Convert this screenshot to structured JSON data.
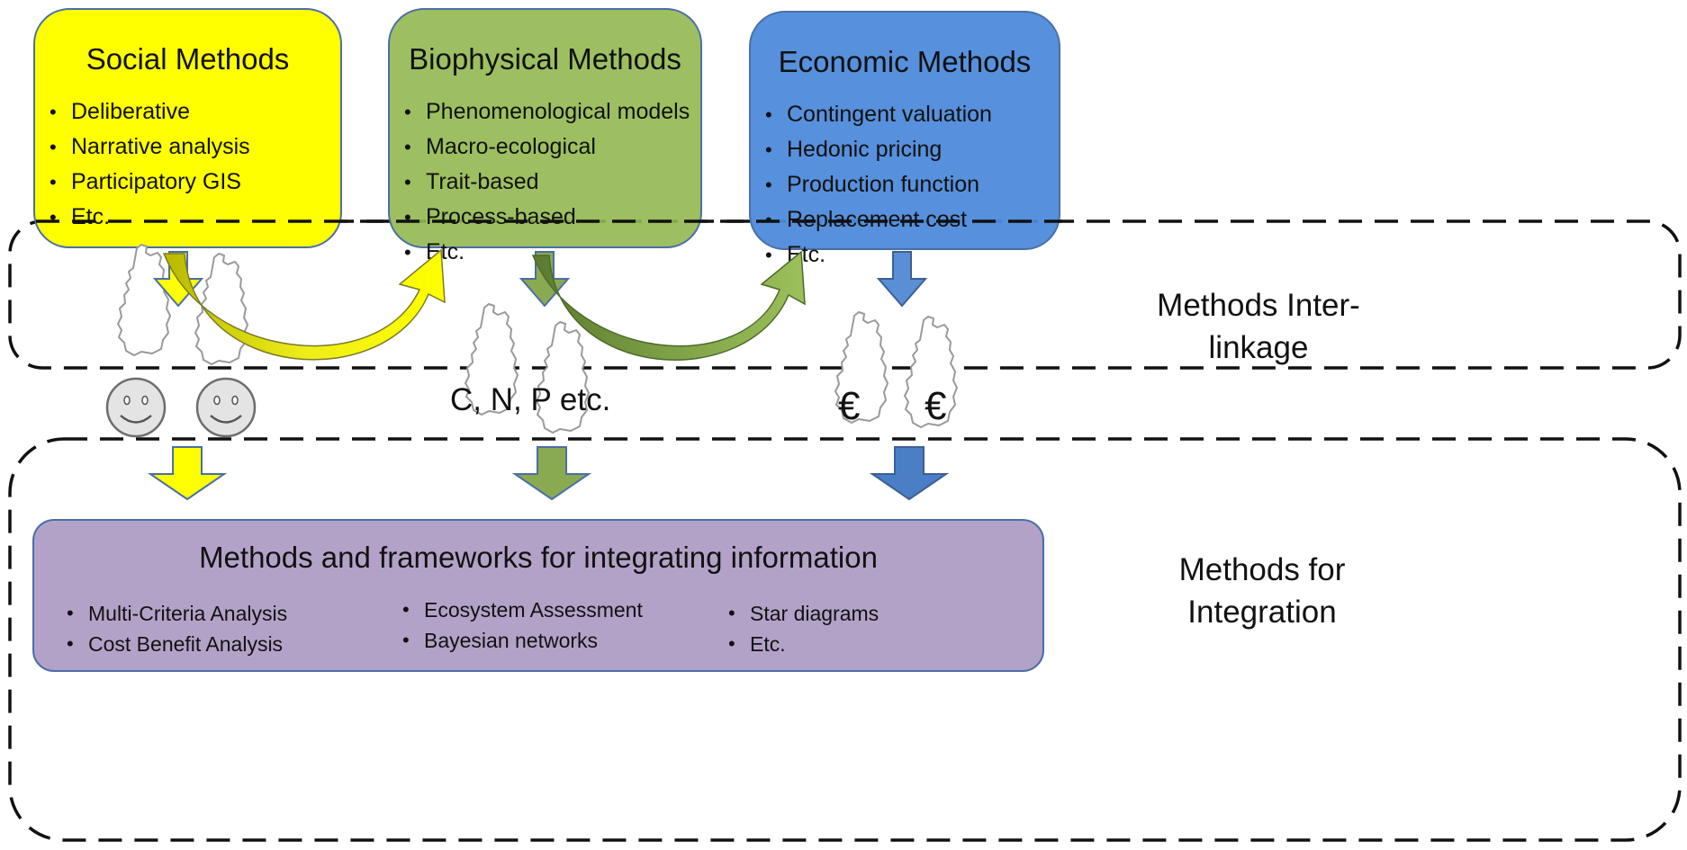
{
  "social": {
    "title": "Social Methods",
    "items": [
      "Deliberative",
      "Narrative analysis",
      "Participatory GIS",
      "Etc."
    ],
    "color": "#ffff00"
  },
  "biophysical": {
    "title": "Biophysical Methods",
    "items": [
      "Phenomenological models",
      "Macro-ecological",
      "Trait-based",
      "Process-based",
      "Etc."
    ],
    "color": "#92b850"
  },
  "economic": {
    "title": "Economic Methods",
    "items": [
      "Contingent valuation",
      "Hedonic pricing",
      "Production function",
      "Replacement cost",
      "Etc."
    ],
    "color": "#4e8ada"
  },
  "interlinkage": {
    "label_line1": "Methods Inter-",
    "label_line2": "linkage"
  },
  "nutrients_label": "C, N, P etc.",
  "currency_symbol": "€",
  "integration": {
    "title": "Methods and frameworks for integrating information",
    "col1": [
      "Multi-Criteria Analysis",
      "Cost Benefit Analysis"
    ],
    "col2": [
      "Ecosystem Assessment",
      "Bayesian networks"
    ],
    "col3": [
      "Star diagrams",
      "Etc."
    ],
    "color": "#b3a2c8"
  },
  "integration_label": {
    "line1": "Methods for",
    "line2": "Integration"
  },
  "icons": [
    "smiley-face-icon",
    "finland-map-icon",
    "down-arrow-icon",
    "curved-arrow-icon"
  ]
}
